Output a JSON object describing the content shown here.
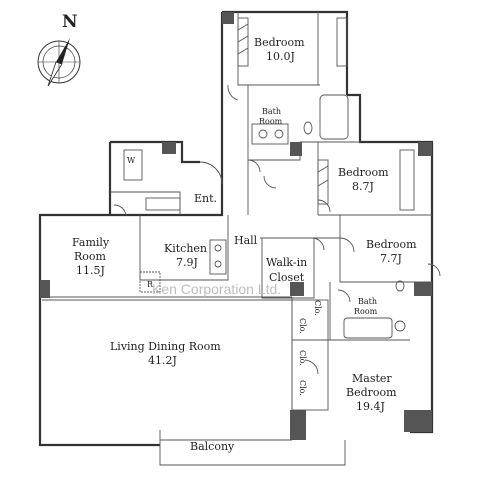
{
  "compass": {
    "label": "N"
  },
  "watermark": "Ken Corporation Ltd.",
  "rooms": {
    "bedroom1": {
      "name": "Bedroom",
      "size": "10.0J"
    },
    "bath1": {
      "line1": "Bath",
      "line2": "Room"
    },
    "bedroom2": {
      "name": "Bedroom",
      "size": "8.7J"
    },
    "entrance": {
      "name": "Ent."
    },
    "family": {
      "line1": "Family",
      "line2": "Room",
      "size": "11.5J"
    },
    "kitchen": {
      "name": "Kitchen",
      "size": "7.9J"
    },
    "hall": {
      "name": "Hall"
    },
    "walkin": {
      "line1": "Walk-in",
      "line2": "Closet"
    },
    "bedroom3": {
      "name": "Bedroom",
      "size": "7.7J"
    },
    "bath2": {
      "line1": "Bath",
      "line2": "Room"
    },
    "living": {
      "name": "Living Dining Room",
      "size": "41.2J"
    },
    "closets": [
      "Clo.",
      "Clo.",
      "Clo.",
      "Clo."
    ],
    "master": {
      "line1": "Master",
      "line2": "Bedroom",
      "size": "19.4J"
    },
    "balcony": {
      "name": "Balcony"
    },
    "washer": {
      "mark": "W"
    },
    "fridge": {
      "mark": "R"
    }
  }
}
